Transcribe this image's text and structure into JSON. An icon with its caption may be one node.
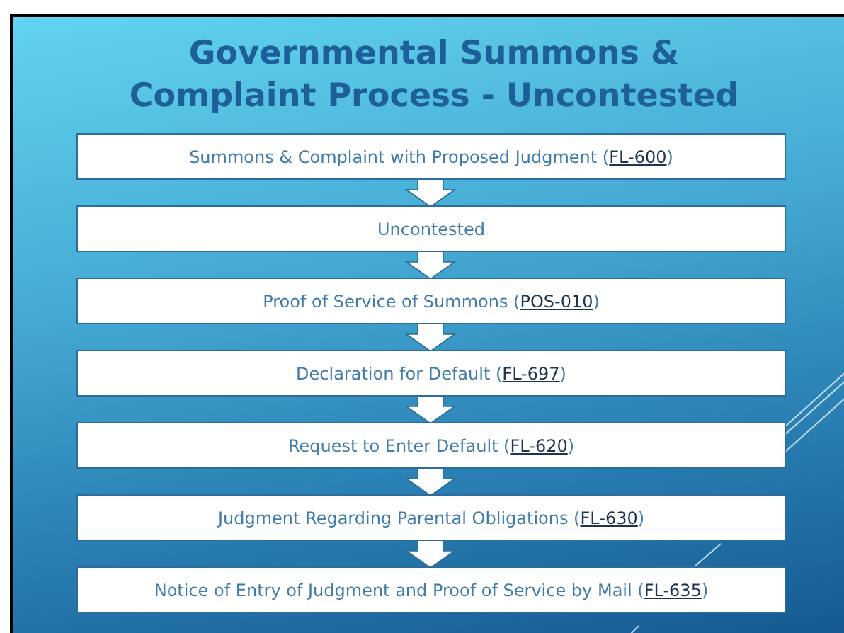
{
  "diagram": {
    "title": "Governmental Summons & Complaint Process - Uncontested",
    "nodes": [
      {
        "text": [
          "Summons & Complaint with Proposed Judgment (FL-600)"
        ]
      },
      {
        "text": [
          "Uncontested"
        ]
      },
      {
        "text": [
          "Proof of Service of Summons (POS-010)"
        ]
      },
      {
        "text": [
          "Declaration for Default (FL-697)"
        ]
      },
      {
        "text": [
          "Request to Enter Default (FL-620)"
        ]
      },
      {
        "text": [
          "Judgment Regarding Parental Obligations (FL-630)"
        ]
      },
      {
        "text": [
          "Notice of Entry of Judgment and Proof of Service by Mail (FL-635)"
        ]
      }
    ],
    "edges": [
      {
        "from": 0,
        "to": 1,
        "arrow": "to"
      },
      {
        "from": 1,
        "to": 2,
        "arrow": "to"
      },
      {
        "from": 2,
        "to": 3,
        "arrow": "to"
      },
      {
        "from": 3,
        "to": 4,
        "arrow": "to"
      },
      {
        "from": 4,
        "to": 5,
        "arrow": "to"
      },
      {
        "from": 5,
        "to": 6,
        "arrow": "to"
      }
    ]
  }
}
